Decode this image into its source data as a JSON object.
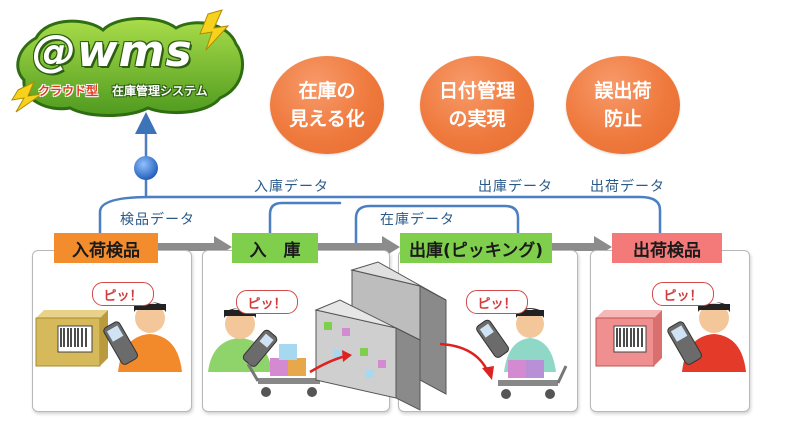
{
  "logo": {
    "mark": "@wms",
    "tagline_a": "クラウド型",
    "tagline_b": "在庫管理システム"
  },
  "benefits": [
    {
      "label": "在庫の\n見える化"
    },
    {
      "label": "日付管理\nの実現"
    },
    {
      "label": "誤出荷\n防止"
    }
  ],
  "flows": {
    "inspection": "検品データ",
    "receiving": "入庫データ",
    "stock": "在庫データ",
    "shipping": "出庫データ",
    "dispatch": "出荷データ"
  },
  "steps": [
    {
      "label": "入荷検品"
    },
    {
      "label": "入　庫"
    },
    {
      "label": "出庫(ピッキング)"
    },
    {
      "label": "出荷検品"
    }
  ],
  "beep": "ピッ！",
  "colors": {
    "benefit": "#ef7a3e",
    "flow_line": "#4a7fc1",
    "step_inbound": "#f28c2c",
    "step_store": "#7fcf4d",
    "step_pick": "#7fcf4d",
    "step_ship": "#f47a7a"
  }
}
